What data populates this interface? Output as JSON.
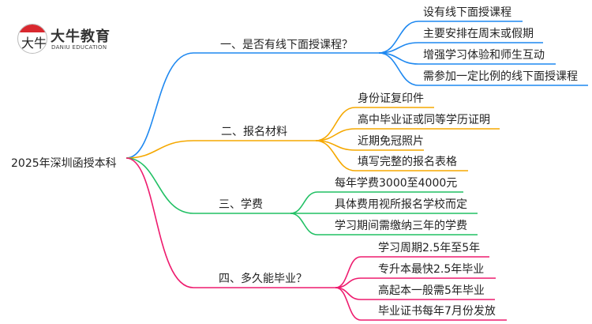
{
  "logo": {
    "name_cn": "大牛教育",
    "name_en": "DANIU EDUCATION",
    "mark": "大牛"
  },
  "root": "2025年深圳函授本科",
  "colors": {
    "blue": "#1e88f0",
    "orange": "#f5a800",
    "green": "#21c064",
    "pink": "#ee1b6e"
  },
  "branches": [
    {
      "label": "一、是否有线下面授课程？",
      "children": [
        "设有线下面授课程",
        "主要安排在周末或假期",
        "增强学习体验和师生互动",
        "需参加一定比例的线下面授课程"
      ]
    },
    {
      "label": "二、报名材料",
      "children": [
        "身份证复印件",
        "高中毕业证或同等学历证明",
        "近期免冠照片",
        "填写完整的报名表格"
      ]
    },
    {
      "label": "三、学费",
      "children": [
        "每年学费3000至4000元",
        "具体费用视所报名学校而定",
        "学习期间需缴纳三年的学费"
      ]
    },
    {
      "label": "四、多久能毕业？",
      "children": [
        "学习周期2.5年至5年",
        "专升本最快2.5年毕业",
        "高起本一般需5年毕业",
        "毕业证书每年7月份发放"
      ]
    }
  ]
}
